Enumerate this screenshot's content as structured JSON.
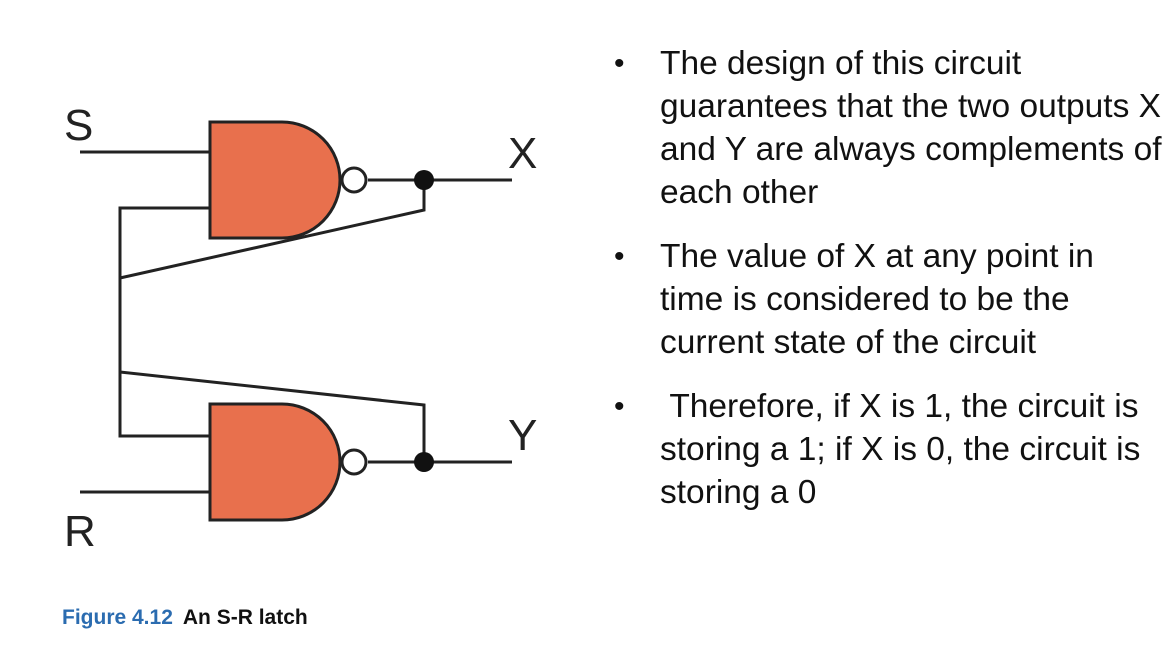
{
  "diagram": {
    "labels": {
      "s": "S",
      "r": "R",
      "x": "X",
      "y": "Y"
    },
    "gate_color": "#e8704d"
  },
  "caption": {
    "number": "Figure 4.12",
    "title": "An S-R latch"
  },
  "bullets": [
    {
      "marker": "•",
      "text": "The design of this circuit guarantees that the two outputs X and Y are always complements of each other"
    },
    {
      "marker": "•",
      "text": "The value of X at any point in time is considered to be the current state of the circuit"
    },
    {
      "marker": "•",
      "text": " Therefore, if X is 1, the circuit is storing a 1; if X is 0, the circuit is storing a 0"
    }
  ]
}
